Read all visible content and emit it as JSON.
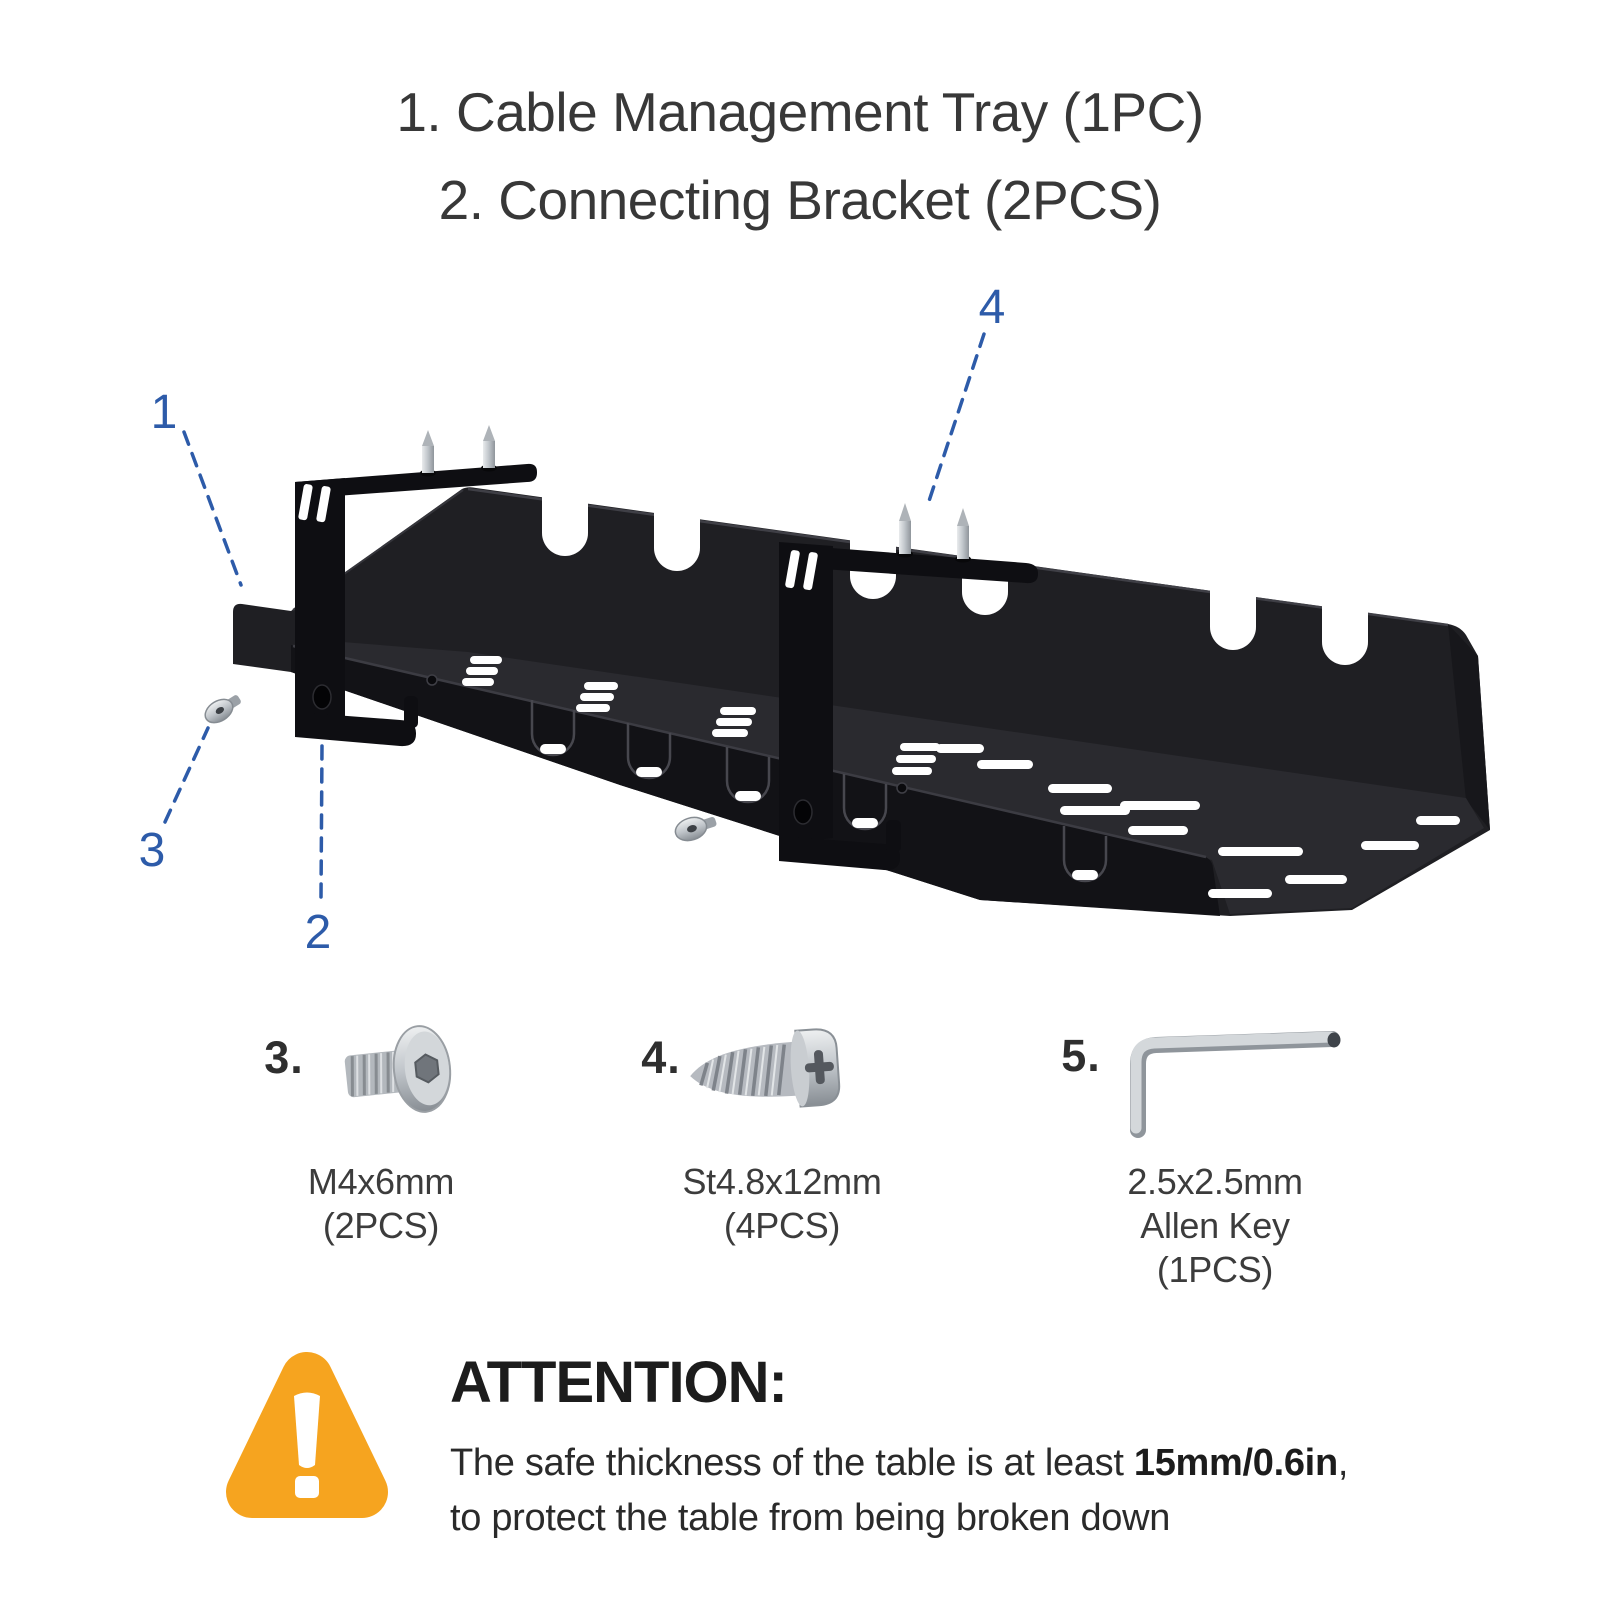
{
  "title": {
    "line1": "1. Cable Management Tray (1PC)",
    "line2": "2. Connecting Bracket (2PCS)"
  },
  "diagram": {
    "callout_1": "1",
    "callout_2": "2",
    "callout_3": "3",
    "callout_4": "4"
  },
  "parts": {
    "p3": {
      "number": "3.",
      "line1": "M4x6mm",
      "line2": "(2PCS)"
    },
    "p4": {
      "number": "4.",
      "line1": "St4.8x12mm",
      "line2": "(4PCS)"
    },
    "p5": {
      "number": "5.",
      "line1": "2.5x2.5mm",
      "line2": "Allen Key",
      "line3": "(1PCS)"
    }
  },
  "attention": {
    "heading": "ATTENTION:",
    "body_1": "The safe thickness of the table is at least ",
    "body_bold": "15mm/0.6in",
    "body_2": ",",
    "body_3": "to protect the table from being broken down"
  },
  "icons": {
    "warning": "warning-triangle-icon",
    "part3": "countersunk-screw-icon",
    "part4": "pan-head-screw-icon",
    "part5": "allen-key-icon"
  },
  "colors": {
    "accent_blue": "#2d5ba9",
    "warning_orange": "#F6A41F",
    "product_black": "#1f1f23",
    "text_dark": "#383838"
  }
}
